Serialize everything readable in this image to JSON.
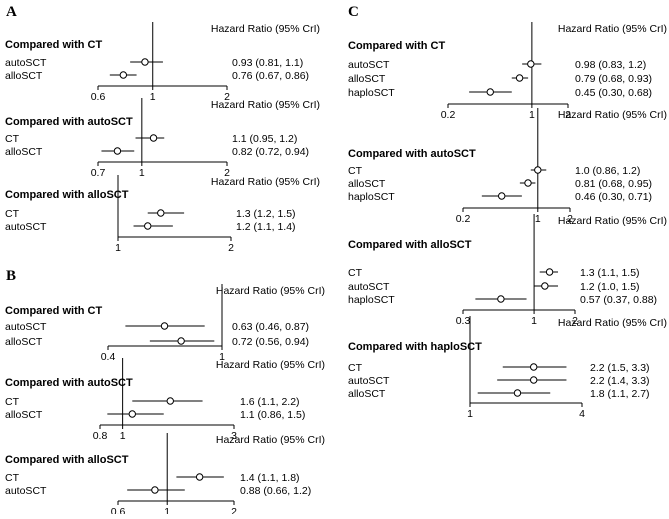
{
  "chart_data": [
    {
      "type": "forest",
      "panel": "A",
      "subplots": [
        {
          "title": "Compared with CT",
          "header": "Hazard Ratio (95% CrI)",
          "xlim": [
            0.6,
            2.0
          ],
          "ticks": [
            "0.6",
            "1",
            "2"
          ],
          "reference": 1,
          "rows": [
            {
              "label": "autoSCT",
              "est": 0.93,
              "lo": 0.81,
              "hi": 1.1,
              "text": "0.93 (0.81, 1.1)"
            },
            {
              "label": "alloSCT",
              "est": 0.76,
              "lo": 0.67,
              "hi": 0.86,
              "text": "0.76 (0.67, 0.86)"
            }
          ]
        },
        {
          "title": "Compared with autoSCT",
          "header": "Hazard Ratio (95% CrI)",
          "xlim": [
            0.7,
            2.0
          ],
          "ticks": [
            "0.7",
            "1",
            "2"
          ],
          "reference": 1,
          "rows": [
            {
              "label": "CT",
              "est": 1.1,
              "lo": 0.95,
              "hi": 1.2,
              "text": "1.1 (0.95, 1.2)"
            },
            {
              "label": "alloSCT",
              "est": 0.82,
              "lo": 0.72,
              "hi": 0.94,
              "text": "0.82 (0.72, 0.94)"
            }
          ]
        },
        {
          "title": "Compared with alloSCT",
          "header": "Hazard Ratio (95% CrI)",
          "xlim": [
            1.0,
            2.0
          ],
          "ticks": [
            "1",
            "2"
          ],
          "reference": 1,
          "rows": [
            {
              "label": "CT",
              "est": 1.3,
              "lo": 1.2,
              "hi": 1.5,
              "text": "1.3 (1.2, 1.5)"
            },
            {
              "label": "autoSCT",
              "est": 1.2,
              "lo": 1.1,
              "hi": 1.4,
              "text": "1.2 (1.1, 1.4)"
            }
          ]
        }
      ]
    },
    {
      "type": "forest",
      "panel": "B",
      "subplots": [
        {
          "title": "Compared with CT",
          "header": "Hazard Ratio (95% CrI)",
          "xlim": [
            0.4,
            1.0
          ],
          "ticks": [
            "0.4",
            "1"
          ],
          "reference": 1,
          "rows": [
            {
              "label": "autoSCT",
              "est": 0.63,
              "lo": 0.46,
              "hi": 0.87,
              "text": "0.63 (0.46, 0.87)"
            },
            {
              "label": "alloSCT",
              "est": 0.72,
              "lo": 0.56,
              "hi": 0.94,
              "text": "0.72 (0.56, 0.94)"
            }
          ]
        },
        {
          "title": "Compared with autoSCT",
          "header": "Hazard Ratio (95% CrI)",
          "xlim": [
            0.8,
            3.0
          ],
          "ticks": [
            "0.8",
            "1",
            "3"
          ],
          "reference": 1,
          "rows": [
            {
              "label": "CT",
              "est": 1.6,
              "lo": 1.1,
              "hi": 2.2,
              "text": "1.6 (1.1, 2.2)"
            },
            {
              "label": "alloSCT",
              "est": 1.1,
              "lo": 0.86,
              "hi": 1.5,
              "text": "1.1 (0.86, 1.5)"
            }
          ]
        },
        {
          "title": "Compared with alloSCT",
          "header": "Hazard Ratio (95% CrI)",
          "xlim": [
            0.6,
            2.0
          ],
          "ticks": [
            "0.6",
            "1",
            "2"
          ],
          "reference": 1,
          "rows": [
            {
              "label": "CT",
              "est": 1.4,
              "lo": 1.1,
              "hi": 1.8,
              "text": "1.4 (1.1, 1.8)"
            },
            {
              "label": "autoSCT",
              "est": 0.88,
              "lo": 0.66,
              "hi": 1.2,
              "text": "0.88 (0.66, 1.2)"
            }
          ]
        }
      ]
    },
    {
      "type": "forest",
      "panel": "C",
      "subplots": [
        {
          "title": "Compared with CT",
          "header": "Hazard Ratio (95% CrI)",
          "xlim": [
            0.2,
            2.0
          ],
          "ticks": [
            "0.2",
            "1",
            "2"
          ],
          "reference": 1,
          "rows": [
            {
              "label": "autoSCT",
              "est": 0.98,
              "lo": 0.83,
              "hi": 1.2,
              "text": "0.98 (0.83, 1.2)"
            },
            {
              "label": "alloSCT",
              "est": 0.79,
              "lo": 0.68,
              "hi": 0.93,
              "text": "0.79 (0.68, 0.93)"
            },
            {
              "label": "haploSCT",
              "est": 0.45,
              "lo": 0.3,
              "hi": 0.68,
              "text": "0.45 (0.30, 0.68)"
            }
          ]
        },
        {
          "title": "Compared with autoSCT",
          "header": "Hazard Ratio (95% CrI)",
          "xlim": [
            0.2,
            2.0
          ],
          "ticks": [
            "0.2",
            "1",
            "2"
          ],
          "reference": 1,
          "rows": [
            {
              "label": "CT",
              "est": 1.0,
              "lo": 0.86,
              "hi": 1.2,
              "text": "1.0 (0.86, 1.2)"
            },
            {
              "label": "alloSCT",
              "est": 0.81,
              "lo": 0.68,
              "hi": 0.95,
              "text": "0.81 (0.68, 0.95)"
            },
            {
              "label": "haploSCT",
              "est": 0.46,
              "lo": 0.3,
              "hi": 0.71,
              "text": "0.46 (0.30, 0.71)"
            }
          ]
        },
        {
          "title": "Compared with alloSCT",
          "header": "Hazard Ratio (95% CrI)",
          "xlim": [
            0.3,
            2.0
          ],
          "ticks": [
            "0.3",
            "1",
            "2"
          ],
          "reference": 1,
          "rows": [
            {
              "label": "CT",
              "est": 1.3,
              "lo": 1.1,
              "hi": 1.5,
              "text": "1.3 (1.1, 1.5)"
            },
            {
              "label": "autoSCT",
              "est": 1.2,
              "lo": 1.0,
              "hi": 1.5,
              "text": "1.2 (1.0, 1.5)"
            },
            {
              "label": "haploSCT",
              "est": 0.57,
              "lo": 0.37,
              "hi": 0.88,
              "text": "0.57 (0.37, 0.88)"
            }
          ]
        },
        {
          "title": "Compared with haploSCT",
          "header": "Hazard Ratio (95% CrI)",
          "xlim": [
            1.0,
            4.0
          ],
          "ticks": [
            "1",
            "4"
          ],
          "reference": 1,
          "rows": [
            {
              "label": "CT",
              "est": 2.2,
              "lo": 1.5,
              "hi": 3.3,
              "text": "2.2 (1.5, 3.3)"
            },
            {
              "label": "autoSCT",
              "est": 2.2,
              "lo": 1.4,
              "hi": 3.3,
              "text": "2.2 (1.4, 3.3)"
            },
            {
              "label": "alloSCT",
              "est": 1.8,
              "lo": 1.1,
              "hi": 2.7,
              "text": "1.8 (1.1, 2.7)"
            }
          ]
        }
      ]
    }
  ]
}
